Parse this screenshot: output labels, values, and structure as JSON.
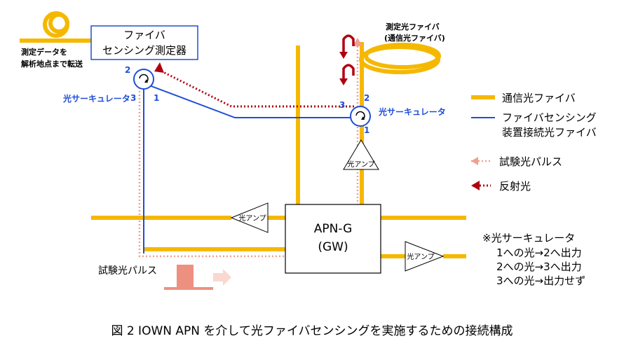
{
  "device": {
    "line1": "ファイバ",
    "line2": "センシング測定器"
  },
  "transfer_note": {
    "line1": "測定データを",
    "line2": "解析地点まで転送"
  },
  "measured_fiber": {
    "line1": "測定光ファイバ",
    "line2": "(通信光ファイバ)"
  },
  "circulator_label": "光サーキュレータ",
  "ports": {
    "p1": "1",
    "p2": "2",
    "p3": "3"
  },
  "amp_label": "光アンプ",
  "gateway": {
    "line1": "APN-G",
    "line2": "(GW)"
  },
  "test_pulse_label": "試験光パルス",
  "legend": {
    "comm_fiber": "通信光ファイバ",
    "sensing_fiber_line1": "ファイバセンシング",
    "sensing_fiber_line2": "装置接続光ファイバ",
    "test_pulse": "試験光パルス",
    "reflected": "反射光"
  },
  "note": {
    "title": "※光サーキュレータ",
    "l1": "1への光→2へ出力",
    "l2": "2への光→3へ出力",
    "l3": "3への光→出力せず"
  },
  "caption": "図 2  IOWN APN を介して光ファイバセンシングを実施するための接続構成",
  "colors": {
    "comm_fiber": "#f5b800",
    "sensing_fiber": "#1f4fd6",
    "test_pulse": "#f0a090",
    "reflected": "#b00010",
    "label_blue": "#1f4fd6"
  }
}
